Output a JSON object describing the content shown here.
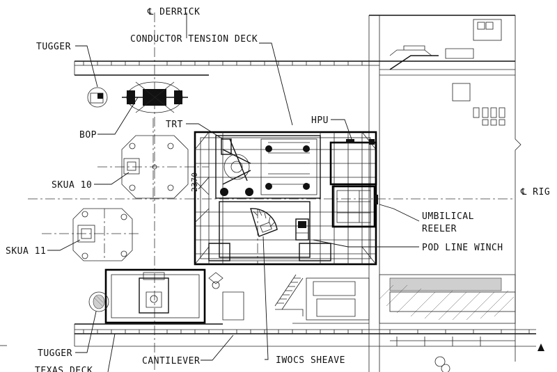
{
  "labels": {
    "derrick": "℄ DERRICK",
    "conductor_tension_deck": "CONDUCTOR TENSION DECK",
    "tugger_top": "TUGGER",
    "hpu": "HPU",
    "trt": "TRT",
    "bop": "BOP",
    "dim_2370": "2370",
    "skua_10": "SKUA 10",
    "rig_centerline": "℄ RIG",
    "umbilical_reeler_line1": "UMBILICAL",
    "umbilical_reeler_line2": "REELER",
    "skua_11": "SKUA 11",
    "pod_line_winch": "POD LINE WINCH",
    "tugger_bottom": "TUGGER",
    "texas_deck": "TEXAS DECK",
    "cantilever": "CANTILEVER",
    "iwocs_sheave": "IWOCS SHEAVE"
  }
}
